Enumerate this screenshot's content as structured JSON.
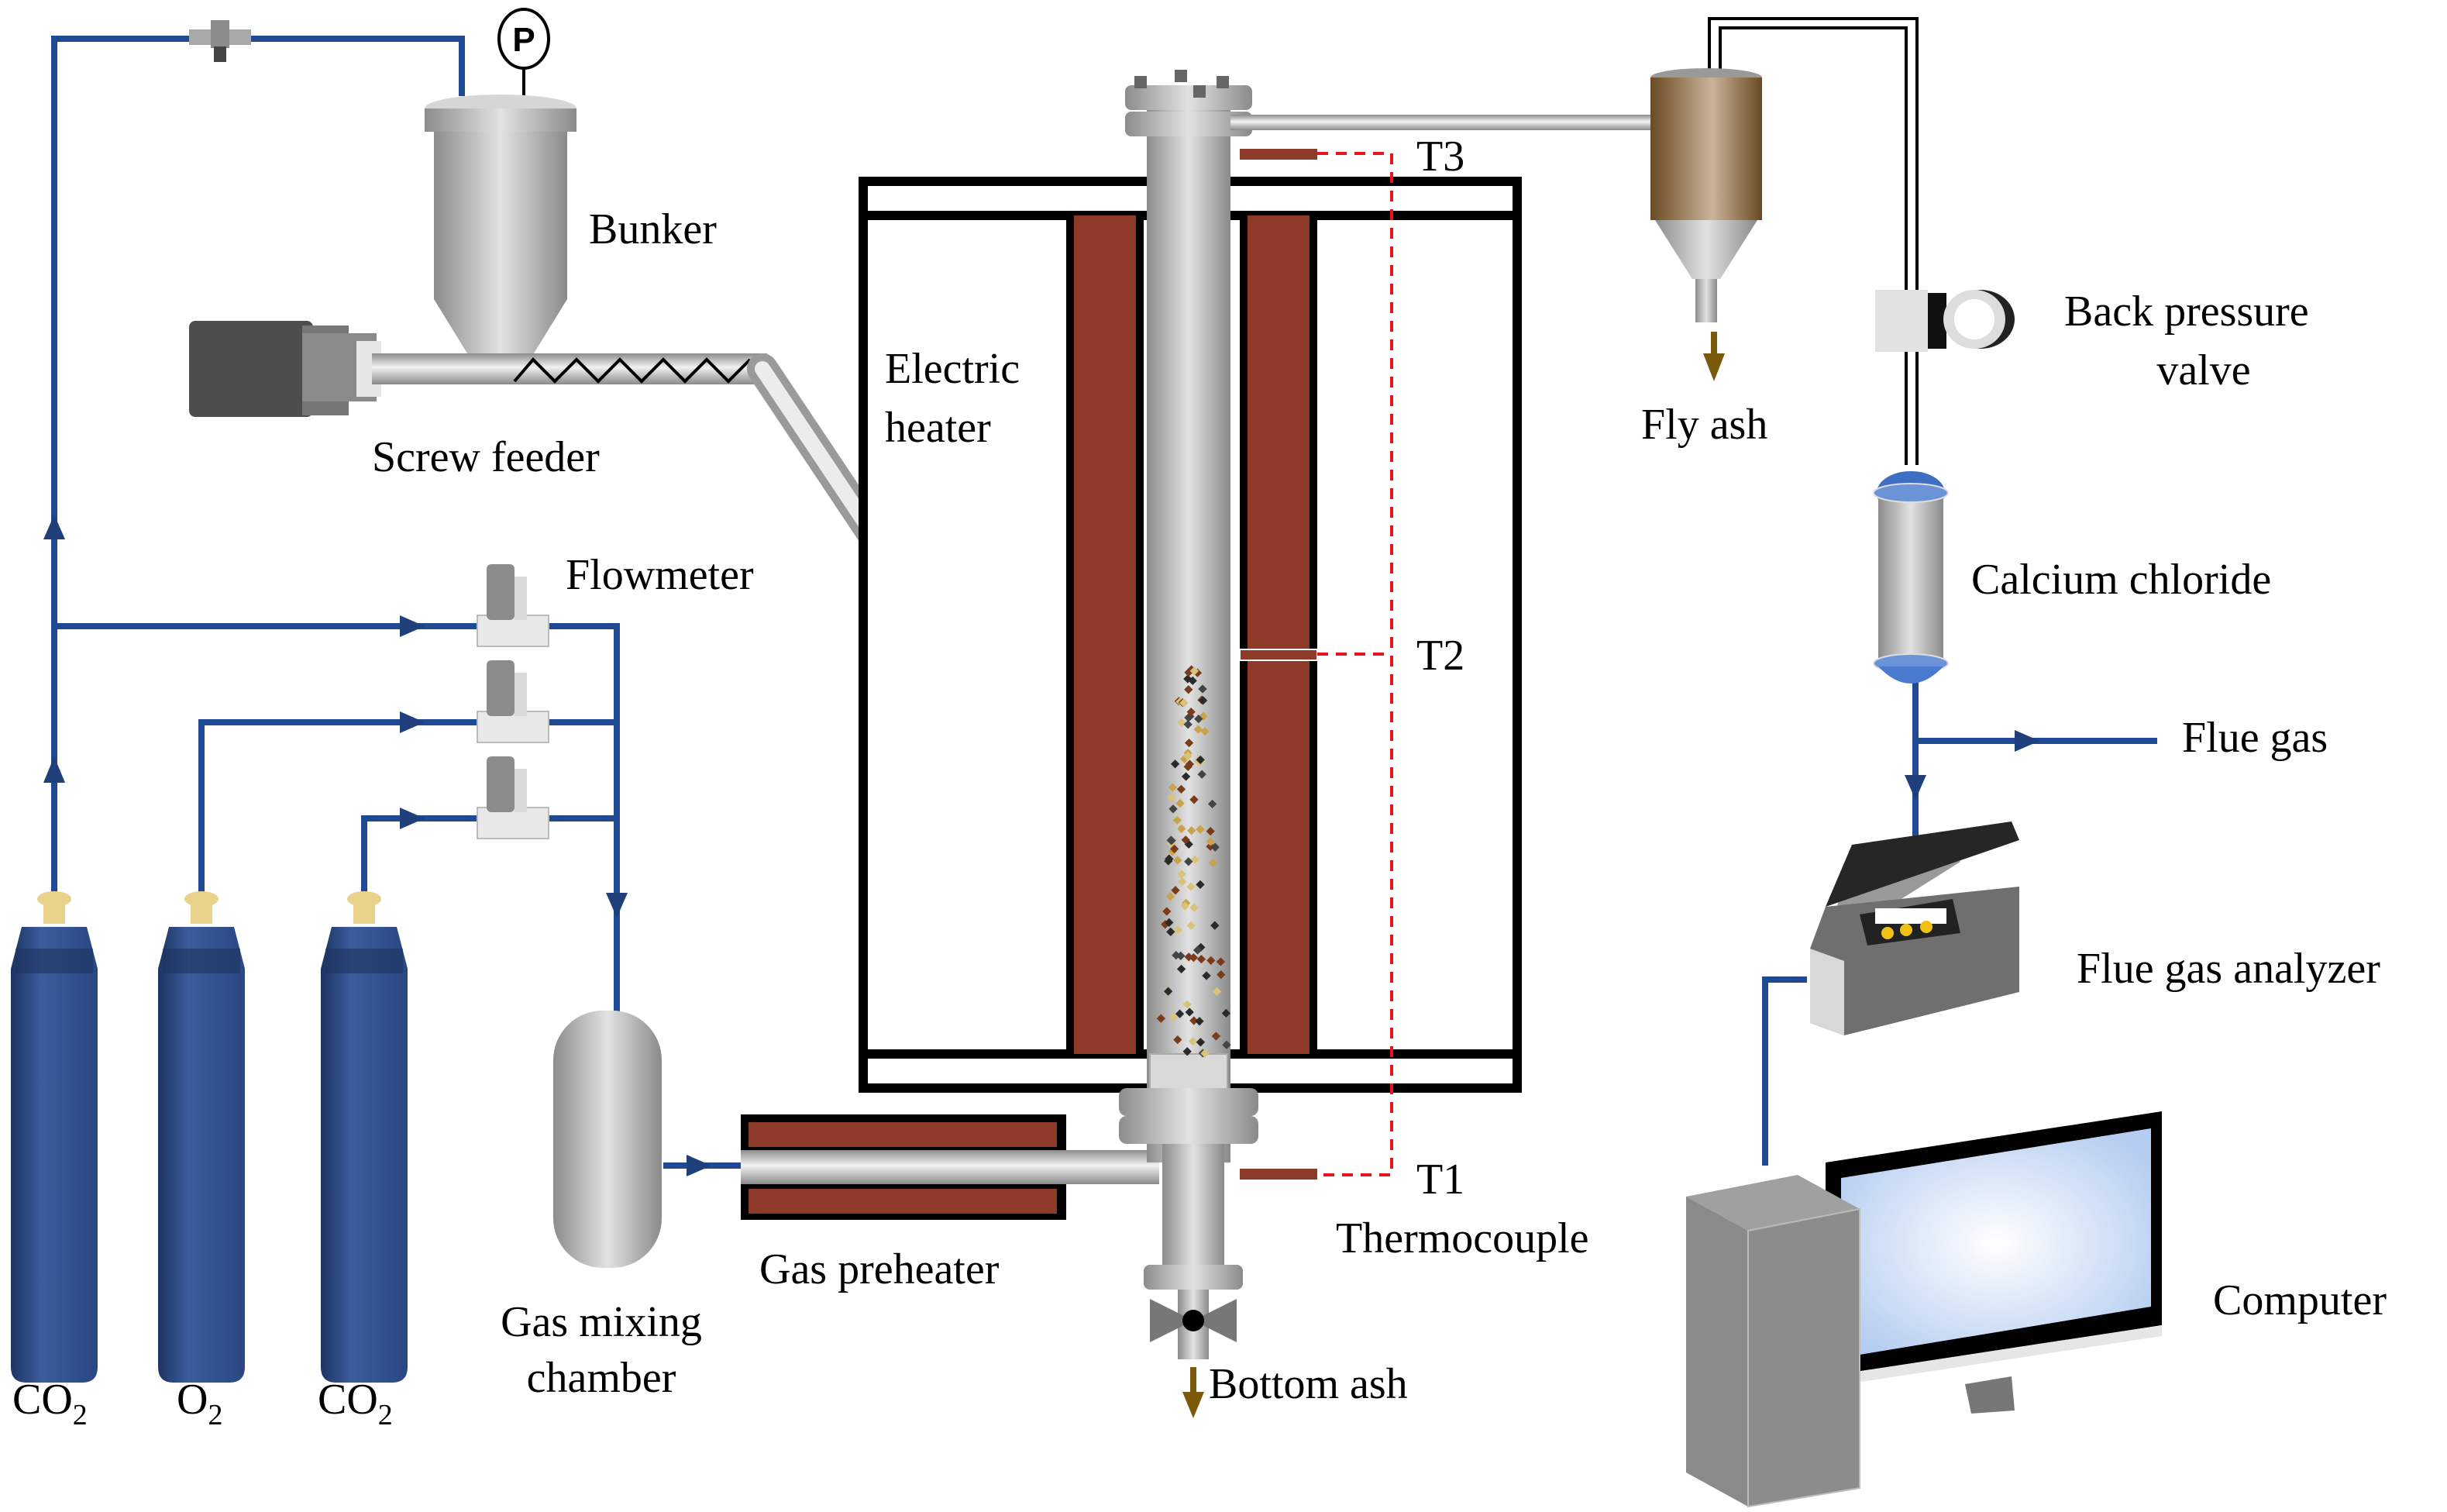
{
  "title": "Experimental system schematic",
  "labels": {
    "bunker": "Bunker",
    "screw_feeder": "Screw feeder",
    "flowmeter": "Flowmeter",
    "electric_heater_1": "Electric",
    "electric_heater_2": "heater",
    "t1": "T1",
    "t2": "T2",
    "t3": "T3",
    "thermocouple": "Thermocouple",
    "fly_ash": "Fly ash",
    "back_pressure_1": "Back pressure",
    "back_pressure_2": "valve",
    "calcium_chloride": "Calcium chloride",
    "flue_gas": "Flue gas",
    "flue_gas_analyzer": "Flue gas analyzer",
    "computer": "Computer",
    "gas_preheater": "Gas preheater",
    "gas_mixing_1": "Gas mixing",
    "gas_mixing_2": "chamber",
    "bottom_ash": "Bottom ash",
    "pressure_gauge": "P"
  },
  "cylinders": [
    {
      "formula": "CO",
      "subscript": "2"
    },
    {
      "formula": "O",
      "subscript": "2"
    },
    {
      "formula": "CO",
      "subscript": "2"
    }
  ],
  "colors": {
    "pipe_blue": "#1f4a93",
    "heater_brown": "#8e3a28",
    "cylinder_blue": "#2e4f8f",
    "valve_gold": "#e9d38a",
    "thermo_dash": "#e8141b",
    "ash_arrow": "#7a5a0a",
    "cyclone_brown": "#8a6a45",
    "screen_blue": "#c4d8f4"
  }
}
